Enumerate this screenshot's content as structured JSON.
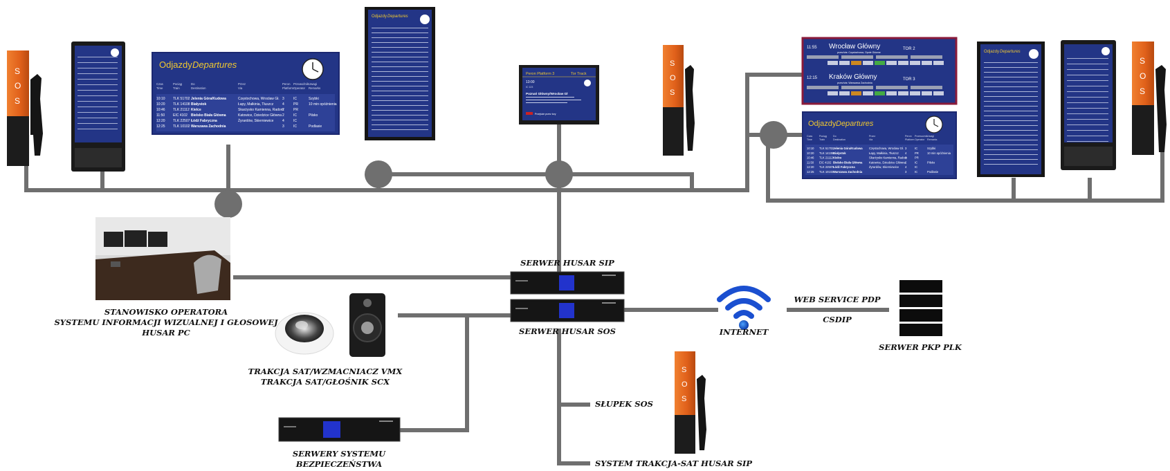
{
  "labels": {
    "operator_line1": "STANOWISKO OPERATORA",
    "operator_line2": "SYSTEMU INFORMACJI WIZUALNEJ I GŁOSOWEJ",
    "operator_line3": "HUSAR PC",
    "audio_line1": "TRAKCJA SAT/WZMACNIACZ VMX",
    "audio_line2": "TRAKCJA SAT/GŁOŚNIK SCX",
    "security_line1": "SERWERY SYSTEMU",
    "security_line2": "BEZPIECZEŃSTWA",
    "server_sip": "SERWER HUSAR SIP",
    "server_sos": "SERWER HUSAR SOS",
    "internet": "INTERNET",
    "web_service": "WEB SERVICE PDP",
    "csdip": "CSDIP",
    "pkp": "SERWER PKP PLK",
    "slupek": "SŁUPEK SOS",
    "trakcja": "SYSTEM TRAKCJA-SAT HUSAR SIP"
  },
  "departures_board": {
    "title_pl": "Odjazdy",
    "title_en": "Departures",
    "headers": [
      "Czas Time",
      "Pociąg Train",
      "Do Destination",
      "Przez Via",
      "Peron Platform",
      "Przewoźnik Operator",
      "Uwagi Remarks"
    ],
    "rows": [
      [
        "10:10",
        "TLK 51702",
        "Jelenia Góra/Kudowa",
        "Częstochowa, Wrocław Gł.",
        "3",
        "IC",
        "Szybki"
      ],
      [
        "10:20",
        "TLK 14108",
        "Białystok",
        "Łapy, Małkinia, Tłuszcz",
        "4",
        "PR",
        "10 min opóźnienia"
      ],
      [
        "10:46",
        "TLK 21112",
        "Kielce",
        "Skarżysko Kamienna, Radom",
        "2",
        "PR",
        ""
      ],
      [
        "11:50",
        "EIC 4102",
        "Bielsko Biała Główna",
        "Katowice, Dziedzice Główna",
        "2",
        "IC",
        "Pilsko"
      ],
      [
        "12:20",
        "TLK 22507",
        "Łódź Fabryczna",
        "Żyrardów, Skierniewice",
        "4",
        "IC",
        ""
      ],
      [
        "12:25",
        "TLK 10102",
        "Warszawa Zachodnia",
        "",
        "3",
        "IC",
        "Podlasie"
      ]
    ]
  },
  "platform_board": {
    "peron": "Peron Platform 3",
    "tor": "Tor Track",
    "time": "13:00",
    "train": "IC 123",
    "dest": "Poznań Główny/Wrocław Gł",
    "warning": "Przejście przez tory"
  },
  "platform_boards_right": [
    {
      "time": "11:55",
      "dest": "Wrocław Główny",
      "tor": "TOR 2",
      "via": "przez/via: Częstochowa, Opole Główne"
    },
    {
      "time": "12:15",
      "dest": "Kraków Główny",
      "tor": "TOR 3",
      "via": "przez/via: Warszawa Zachodnia"
    }
  ],
  "sos_text": [
    "S",
    "O",
    "S"
  ],
  "colors": {
    "line": "#6f6f6f",
    "board_blue": "#233586",
    "board_title": "#f0c830",
    "sos_orange": "#e8641e"
  }
}
